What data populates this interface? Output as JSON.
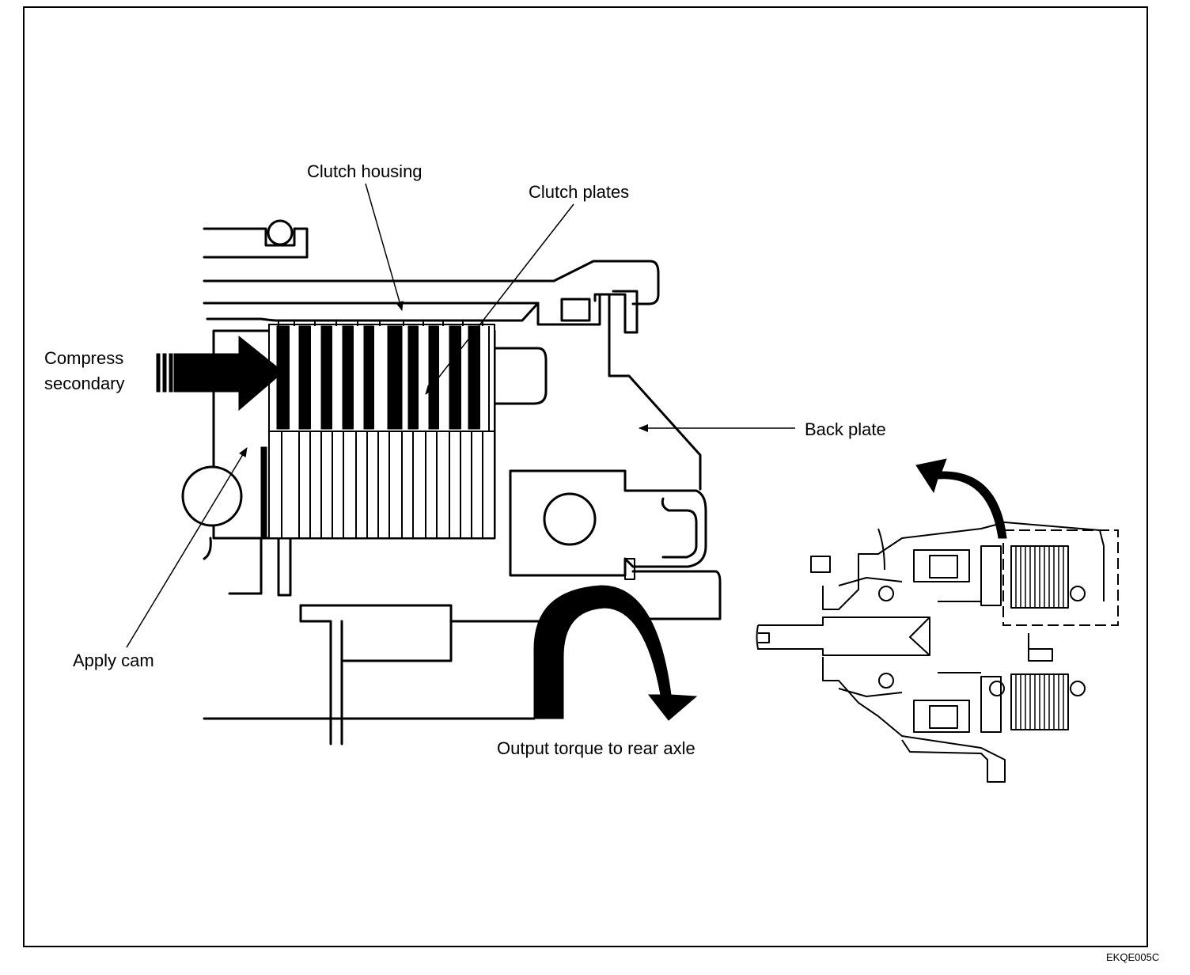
{
  "labels": {
    "clutch_housing": "Clutch housing",
    "clutch_plates": "Clutch plates",
    "compress_line1": "Compress",
    "compress_line2": "secondary",
    "back_plate": "Back plate",
    "apply_cam": "Apply cam",
    "output_torque": "Output torque to rear axle",
    "figure_code": "EKQE005C"
  }
}
